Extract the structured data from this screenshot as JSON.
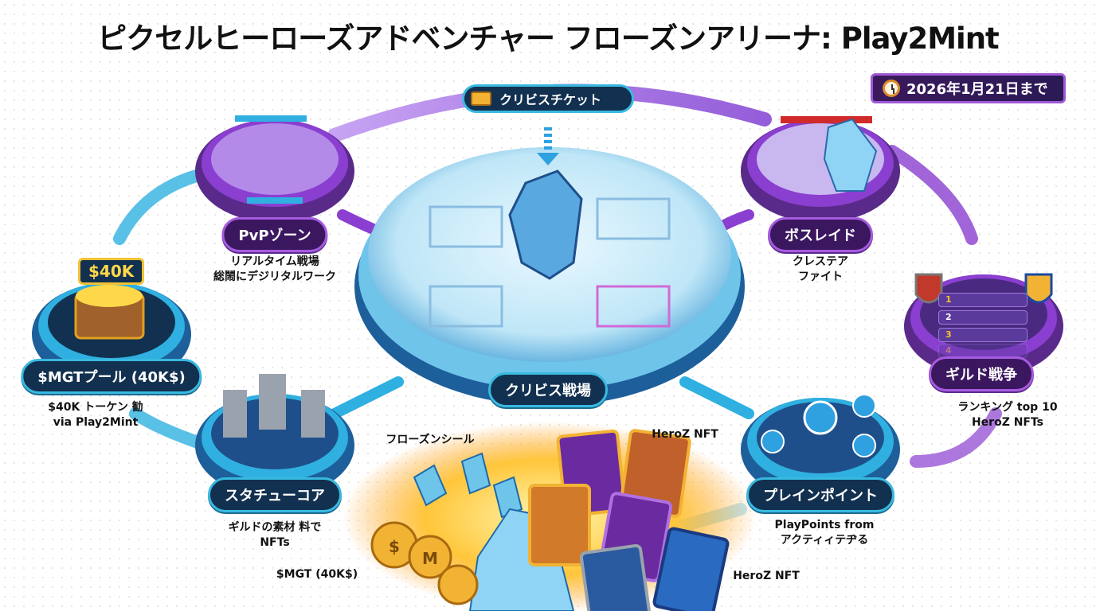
{
  "title": "ピクセルヒーローズアドベンチャー フローズンアリーナ: Play2Mint",
  "deadline_badge": {
    "icon": "clock-icon",
    "text": "2026年1月21日まで"
  },
  "ticket": {
    "icon": "ticket-icon",
    "label": "クリビスチケット"
  },
  "center": {
    "label": "クリビス戦場"
  },
  "nodes": {
    "pvp": {
      "label": "PvPゾーン",
      "caption": [
        "リアルタイム戦場",
        "総鬧にデジリタルワーク"
      ]
    },
    "boss": {
      "label": "ボスレイド",
      "caption": [
        "クレステア",
        "ファイト"
      ]
    },
    "guild": {
      "label": "ギルド戦争",
      "caption": [
        "ランキング top 10",
        "HeroZ NFTs"
      ],
      "ranks": [
        "1",
        "2",
        "3",
        "4"
      ]
    },
    "playpoint": {
      "label": "プレインポイント",
      "caption": [
        "PlayPoints from",
        "アクティィテヂる"
      ],
      "icon": "p-coin-icon"
    },
    "statue": {
      "label": "スタチューコア",
      "caption": [
        "ギルドの素材 料で",
        "NFTs"
      ]
    },
    "pool": {
      "label": "$MGTプール (40K$)",
      "badge": "$40K",
      "caption": [
        "$40K トーケン 勧",
        "via Play2Mint"
      ]
    }
  },
  "rewards": {
    "frozen_seal": "フローズンシール",
    "heroz_nft_top": "HeroZ NFT",
    "heroz_nft_bottom": "HeroZ NFT",
    "mgt": "$MGT (40K$)",
    "coin_letters": [
      "$",
      "M"
    ]
  },
  "colors": {
    "purple": "#8a3fd0",
    "blue": "#38b9e0",
    "navy": "#12304f",
    "gold": "#f2b233",
    "ice": "#bfe6f7"
  }
}
